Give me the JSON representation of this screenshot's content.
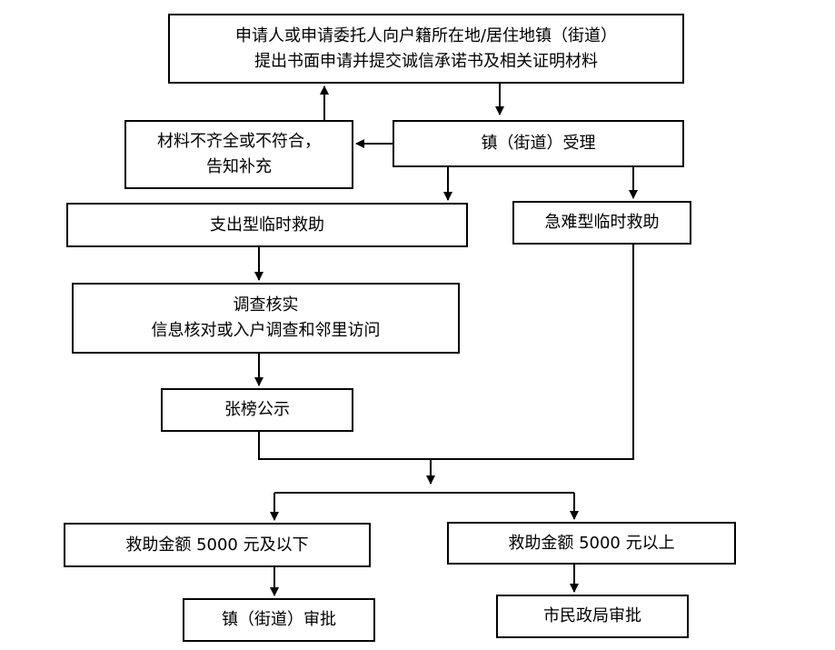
{
  "boxes": {
    "apply": {
      "line1": "申请人或申请委托人向户籍所在地/居住地镇（街道）",
      "line2": "提出书面申请并提交诚信承诺书及相关证明材料"
    },
    "incomplete": {
      "line1": "材料不齐全或不符合，",
      "line2": "告知补充"
    },
    "accept": {
      "label": "镇（街道）受理"
    },
    "expense": {
      "label": "支出型临时救助"
    },
    "urgent": {
      "label": "急难型临时救助"
    },
    "verify": {
      "line1": "调查核实",
      "line2": "信息核对或入户调查和邻里访问"
    },
    "publicize": {
      "label": "张榜公示"
    },
    "below5000": {
      "label": "救助金额 5000 元及以下"
    },
    "above5000": {
      "label": "救助金额 5000 元以上"
    },
    "town_approve": {
      "label": "镇（街道）审批"
    },
    "city_approve": {
      "label": "市民政局审批"
    }
  }
}
